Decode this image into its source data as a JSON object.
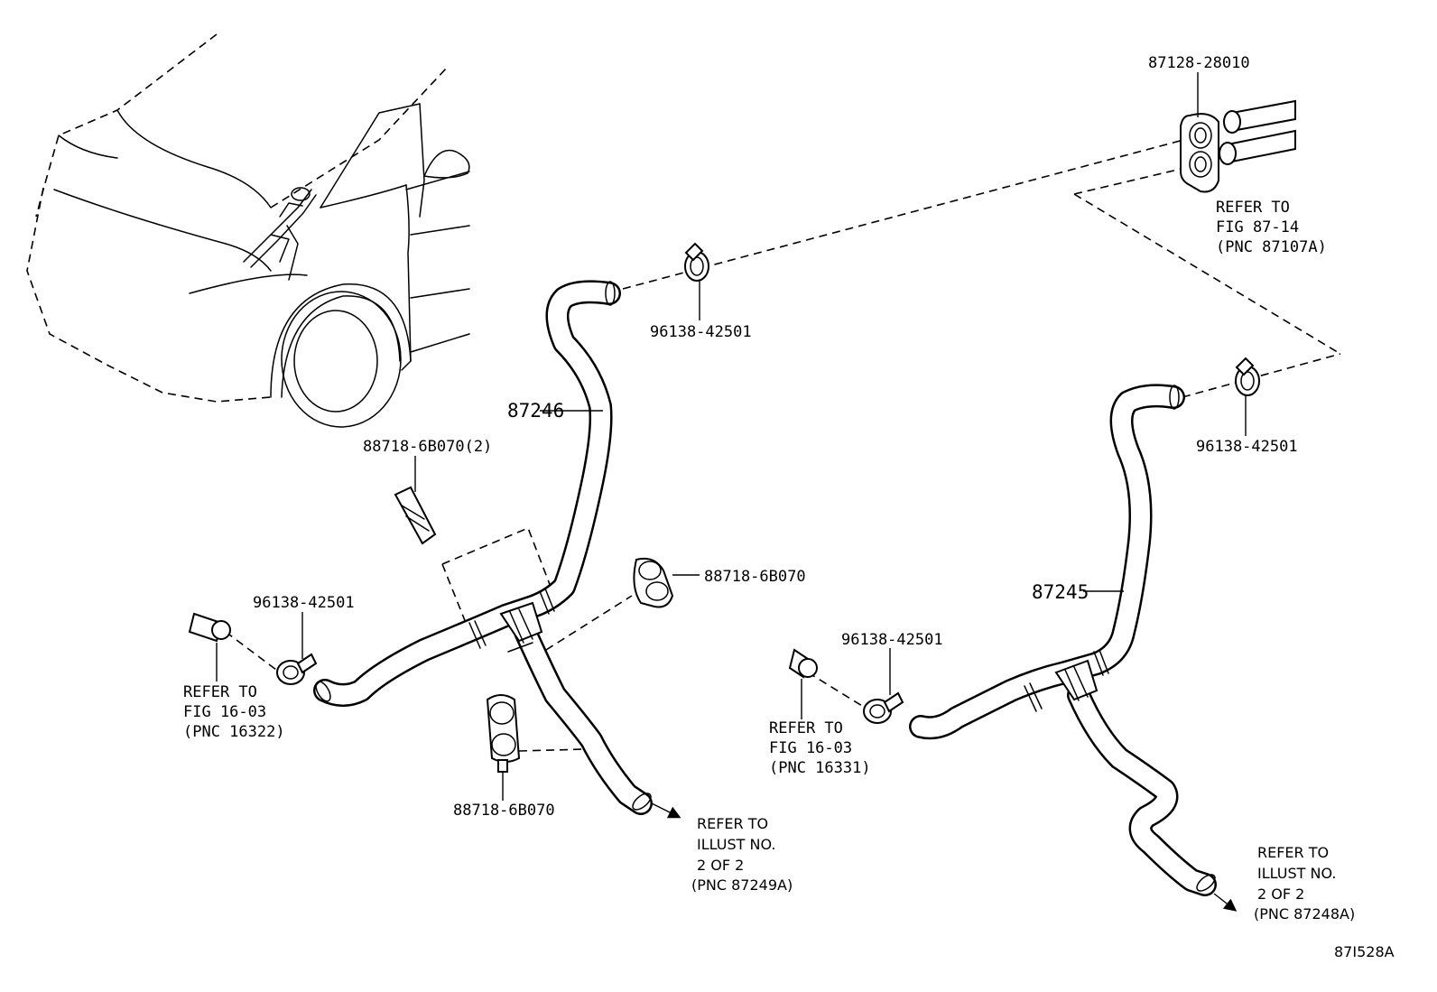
{
  "parts": {
    "grommet": "87128-28010",
    "clamp_upper": "96138-42501",
    "clamp_right": "96138-42501",
    "clamp_left": "96138-42501",
    "clamp_mid": "96138-42501",
    "hose_left": "87246",
    "hose_right": "87245",
    "clip_small": "88718-6B070(2)",
    "clip_a": "88718-6B070",
    "clip_b": "88718-6B070"
  },
  "refs": {
    "fig8714": [
      "REFER TO",
      "FIG 87-14",
      "(PNC 87107A)"
    ],
    "fig1603a": [
      "REFER TO",
      "FIG 16-03",
      "(PNC 16322)"
    ],
    "fig1603b": [
      "REFER TO",
      "FIG 16-03",
      "(PNC 16331)"
    ],
    "illust_a": [
      "REFER TO",
      "ILLUST NO.",
      "2 OF 2",
      "(PNC 87249A)"
    ],
    "illust_b": [
      "REFER TO",
      "ILLUST NO.",
      "2 OF 2",
      "(PNC 87248A)"
    ]
  },
  "figure_code": "87I528A"
}
